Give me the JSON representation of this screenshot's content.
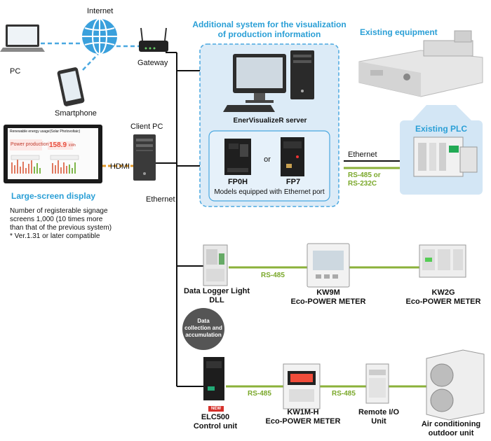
{
  "internet": {
    "internet_label": "Internet",
    "pc_label": "PC",
    "smartphone_label": "Smartphone",
    "gateway_label": "Gateway"
  },
  "client": {
    "client_pc_label": "Client PC",
    "hdmi_label": "HDMI",
    "ethernet_label": "Ethernet"
  },
  "display": {
    "title": "Large-screen display",
    "screen_title": "Renewable energy usage(Solar Photovoltaic)",
    "power_label": "Power production",
    "power_value": "158.9",
    "power_unit": "kWh",
    "desc_lines": [
      "Number of registerable signage",
      "screens 1,000 (10 times more",
      "than that of the previous system)",
      "* Ver.1.31 or later compatible"
    ]
  },
  "visualization": {
    "title_lines": [
      "Additional system for the visualization",
      "of production information"
    ],
    "server_label": "EnerVisualizeR server",
    "fp0h_label": "FP0H",
    "or_label": "or",
    "fp7_label": "FP7",
    "models_note": "Models equipped with Ethernet port"
  },
  "existing": {
    "equipment_title": "Existing equipment",
    "plc_title": "Existing PLC",
    "ethernet_label": "Ethernet",
    "rs_label_1": "RS-485 or",
    "rs_label_2": "RS-232C"
  },
  "row1": {
    "dll_label_1": "Data Logger Light",
    "dll_label_2": "DLL",
    "rs_label": "RS-485",
    "kw9m_label_1": "KW9M",
    "kw9m_label_2": "Eco-POWER METER",
    "kw2g_label_1": "KW2G",
    "kw2g_label_2": "Eco-POWER METER"
  },
  "data_badge": {
    "lines": [
      "Data",
      "collection and",
      "accumulation"
    ]
  },
  "row2": {
    "new_badge": "NEW",
    "elc_label_1": "ELC500",
    "elc_label_2": "Control unit",
    "rs_label_a": "RS-485",
    "kw1m_label_1": "KW1M-H",
    "kw1m_label_2": "Eco-POWER METER",
    "rs_label_b": "RS-485",
    "rio_label_1": "Remote I/O",
    "rio_label_2": "Unit",
    "ac_label_1": "Air conditioning",
    "ac_label_2": "outdoor unit"
  },
  "colors": {
    "accent_blue": "#2a9fd6",
    "line_green": "#8bb13a",
    "line_orange": "#e39a2b",
    "dash_blue": "#4aa8e0",
    "panel_fill": "#dcebf7"
  }
}
